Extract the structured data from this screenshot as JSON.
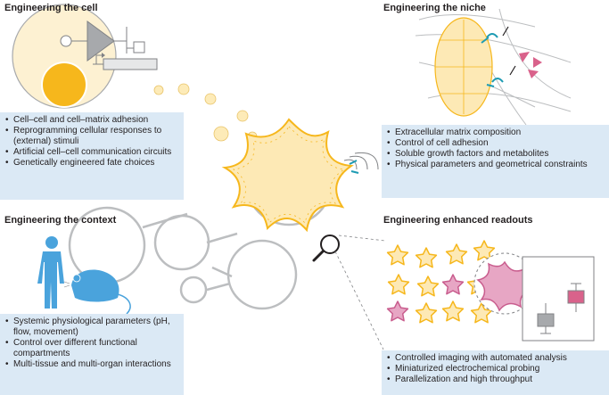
{
  "sections": {
    "cell": {
      "title": "Engineering the cell",
      "bullets": [
        "Cell–cell and cell–matrix adhesion",
        "Reprogramming cellular responses to (external) stimuli",
        "Artificial cell–cell communication circuits",
        "Genetically engineered fate choices"
      ]
    },
    "niche": {
      "title": "Engineering the niche",
      "bullets": [
        "Extracellular matrix composition",
        "Control of cell adhesion",
        "Soluble growth factors and metabolites",
        "Physical parameters and geometrical constraints"
      ]
    },
    "context": {
      "title": "Engineering the context",
      "bullets": [
        "Systemic physiological parame­ters (pH, flow, movement)",
        "Control over different functional compartments",
        "Multi-tissue and multi-organ interactions"
      ]
    },
    "readouts": {
      "title": "Engineering enhanced readouts",
      "bullets": [
        "Controlled imaging with automated analysis",
        "Miniaturized electrochemical probing",
        "Parallelization and high throughput"
      ]
    }
  },
  "colors": {
    "panel_bg": "#dbe9f5",
    "organoid_fill": "#fde9b5",
    "organoid_cell": "#fcd773",
    "nucleus": "#f6b71c",
    "receptor": "#1d9bb3",
    "signal": "#d9628b",
    "human": "#4aa3dc",
    "circuit": "#a7a9ac"
  },
  "icons": [
    "human-figure-icon",
    "mouse-icon",
    "magnifier-icon",
    "boxplot-icon",
    "gene-circuit-icon"
  ]
}
